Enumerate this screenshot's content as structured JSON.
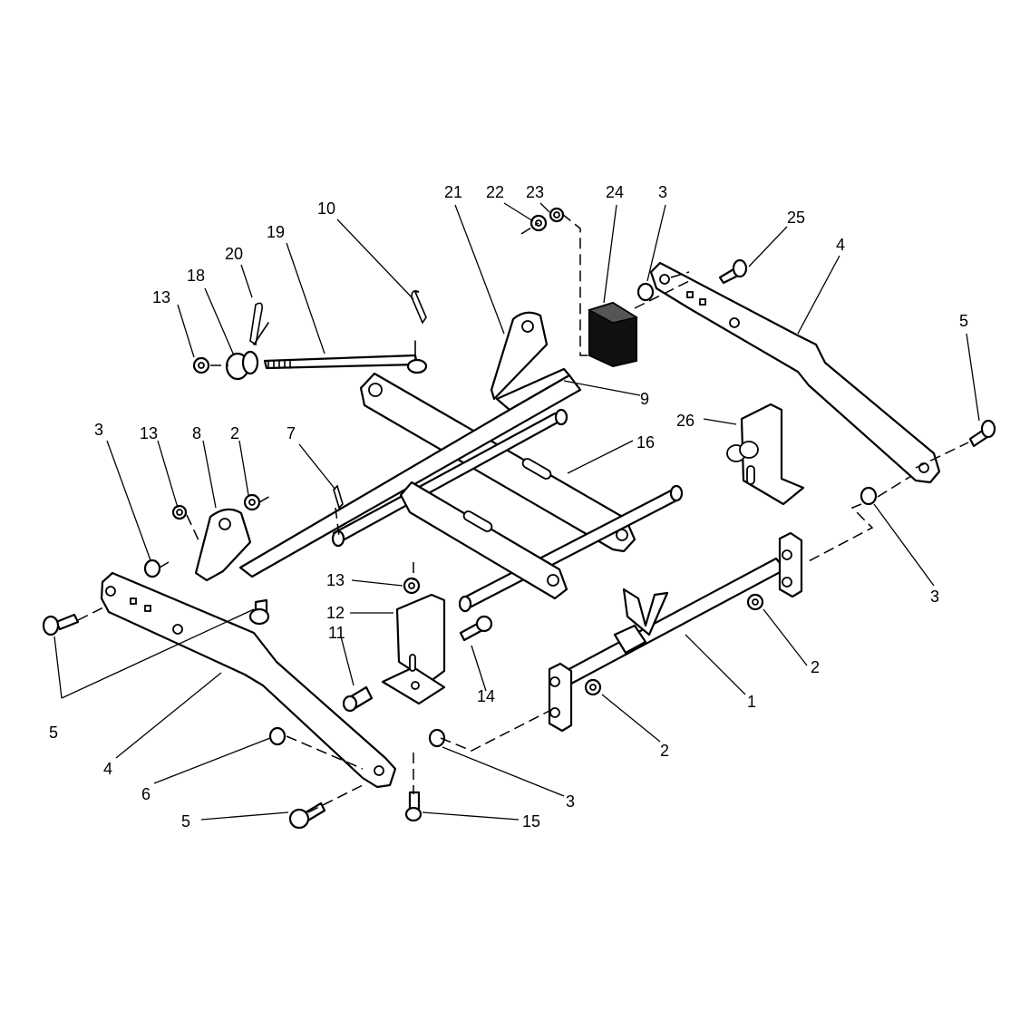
{
  "callouts": {
    "c1": "1",
    "c2a": "2",
    "c2b": "2",
    "c2c": "2",
    "c3a": "3",
    "c3b": "3",
    "c3c": "3",
    "c3d": "3",
    "c4a": "4",
    "c4b": "4",
    "c5a": "5",
    "c5b": "5",
    "c5c": "5",
    "c6": "6",
    "c7": "7",
    "c8": "8",
    "c9": "9",
    "c10": "10",
    "c11": "11",
    "c12": "12",
    "c13a": "13",
    "c13b": "13",
    "c13c": "13",
    "c14": "14",
    "c15": "15",
    "c16": "16",
    "c18": "18",
    "c19": "19",
    "c20": "20",
    "c21": "21",
    "c22": "22",
    "c23": "23",
    "c24": "24",
    "c25": "25",
    "c26": "26"
  }
}
